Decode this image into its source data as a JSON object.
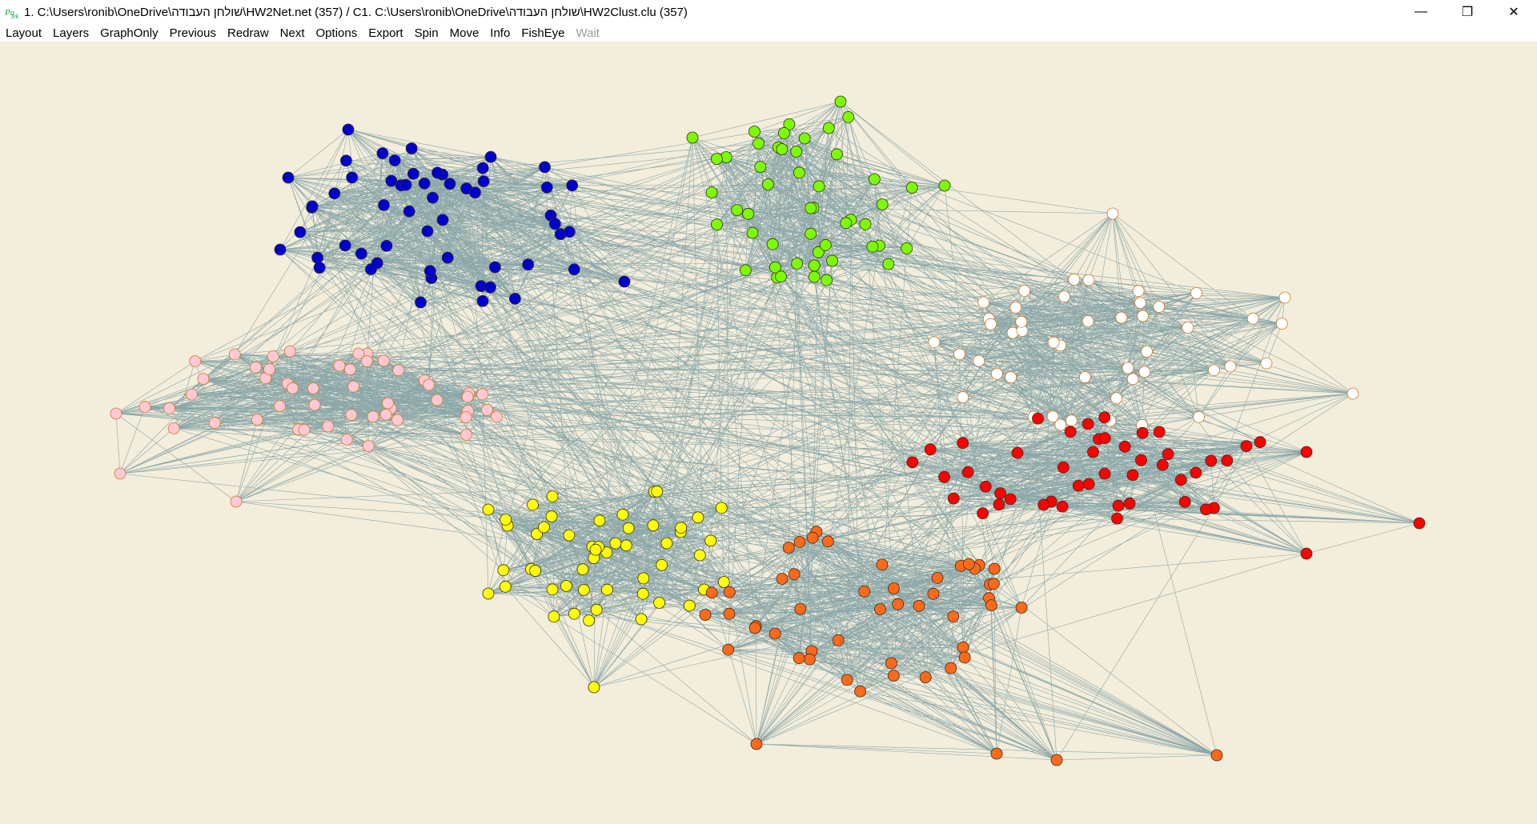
{
  "window": {
    "title": "1. C:\\Users\\ronib\\OneDrive\\שולחן העבודה\\HW2Net.net (357) / C1. C:\\Users\\ronib\\OneDrive\\שולחן העבודה\\HW2Clust.clu (357)",
    "minimize_glyph": "—",
    "maximize_glyph": "❐",
    "close_glyph": "✕"
  },
  "menu": [
    {
      "label": "Layout",
      "enabled": true
    },
    {
      "label": "Layers",
      "enabled": true
    },
    {
      "label": "GraphOnly",
      "enabled": true
    },
    {
      "label": "Previous",
      "enabled": true
    },
    {
      "label": "Redraw",
      "enabled": true
    },
    {
      "label": "Next",
      "enabled": true
    },
    {
      "label": "Options",
      "enabled": true
    },
    {
      "label": "Export",
      "enabled": true
    },
    {
      "label": "Spin",
      "enabled": true
    },
    {
      "label": "Move",
      "enabled": true
    },
    {
      "label": "Info",
      "enabled": true
    },
    {
      "label": "FishEye",
      "enabled": true
    },
    {
      "label": "Wait",
      "enabled": false
    }
  ],
  "icons": {
    "app": "pajek-logo-icon",
    "minimize": "minimize-icon",
    "maximize": "restore-icon",
    "close": "close-icon"
  },
  "colors": {
    "background": "#f3eddb",
    "edge": "#7f9ea3",
    "clusters": {
      "blue": "#0000cc",
      "green": "#7cfc00",
      "white": "#ffffff",
      "pink": "#ffc8d2",
      "red": "#ff0000",
      "yellow": "#ffff00",
      "orange": "#ff6a1a"
    }
  },
  "network": {
    "vertices": 357,
    "clusters": [
      {
        "name": "blue",
        "size": 56
      },
      {
        "name": "green",
        "size": 50
      },
      {
        "name": "white",
        "size": 48
      },
      {
        "name": "pink",
        "size": 52
      },
      {
        "name": "red",
        "size": 48
      },
      {
        "name": "yellow",
        "size": 52
      },
      {
        "name": "orange",
        "size": 51
      }
    ]
  }
}
